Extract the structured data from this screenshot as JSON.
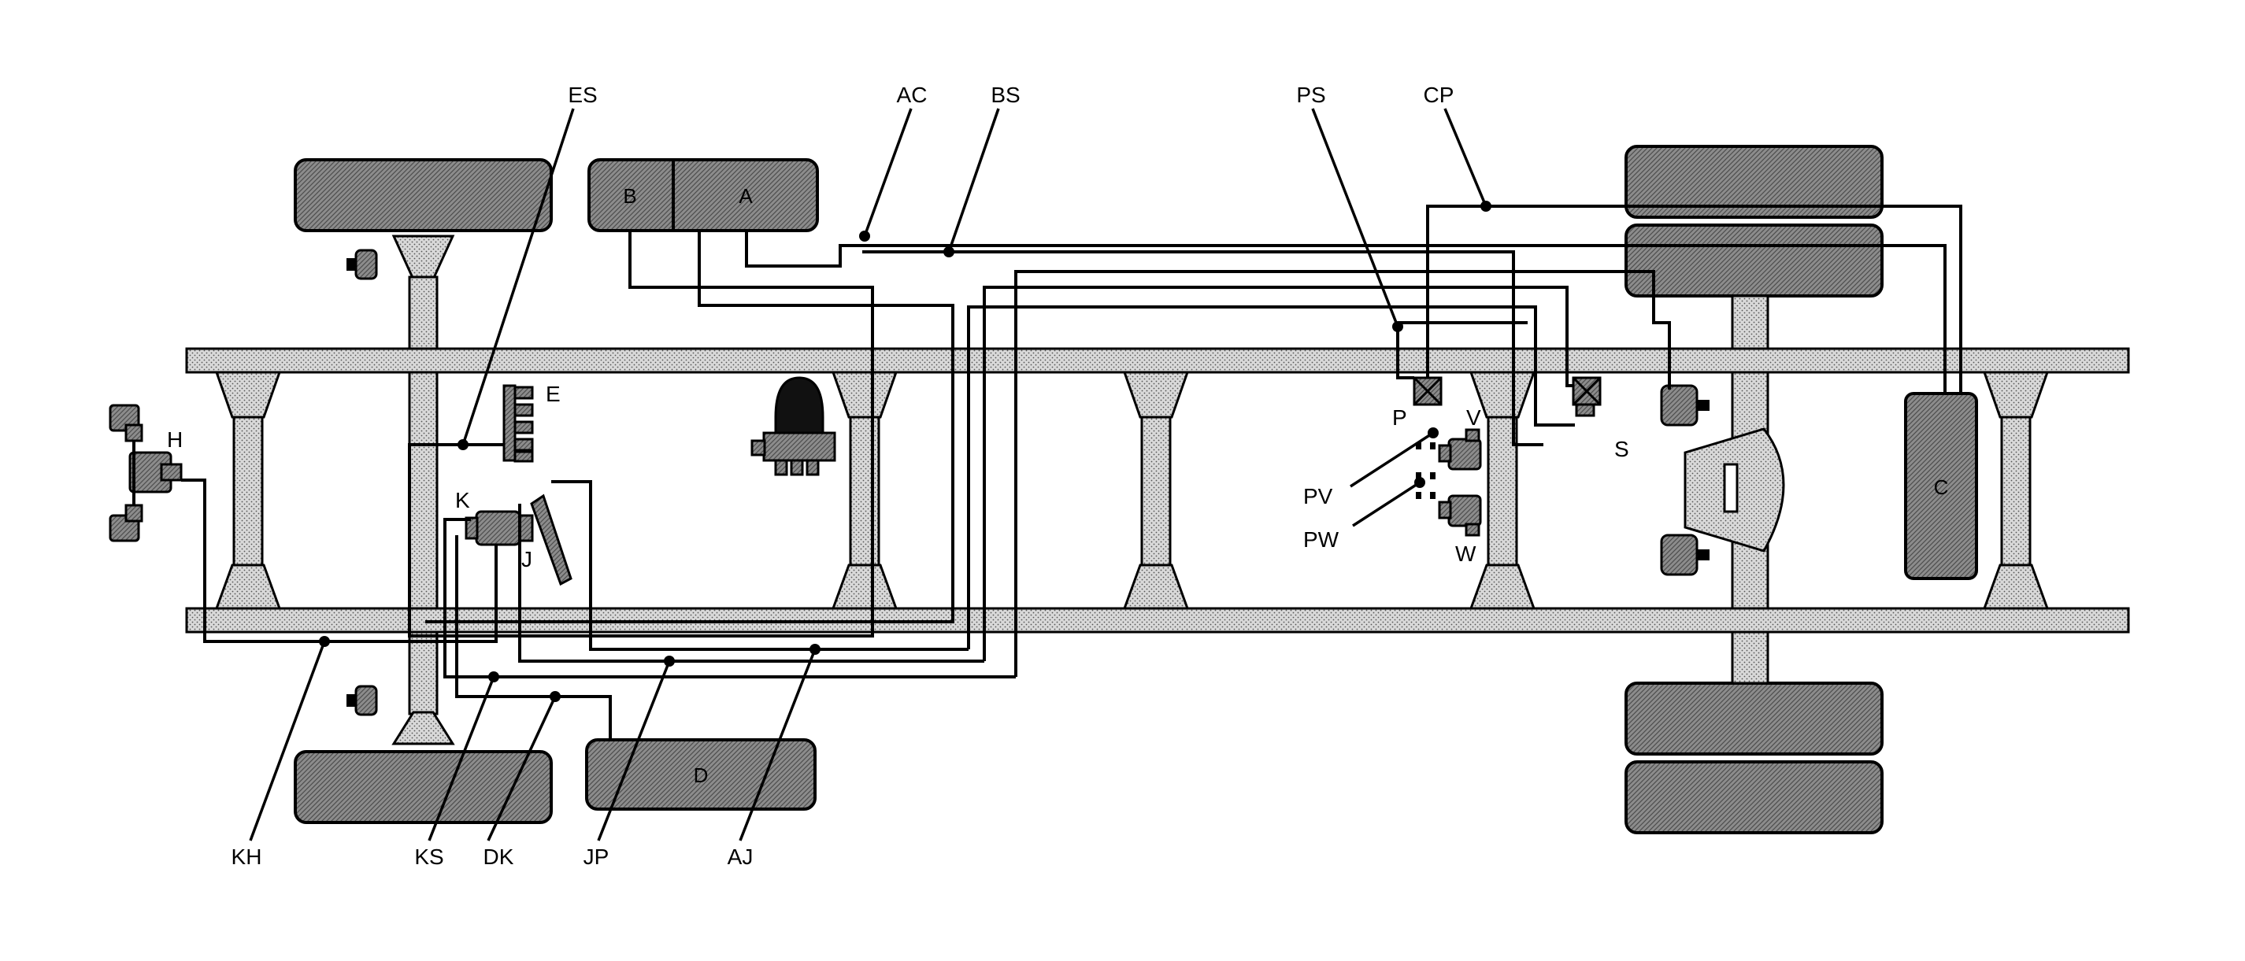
{
  "labels": {
    "ES": "ES",
    "AC": "AC",
    "BS": "BS",
    "PS": "PS",
    "CP": "CP",
    "E": "E",
    "H": "H",
    "K": "K",
    "J": "J",
    "P": "P",
    "V": "V",
    "S": "S",
    "PV": "PV",
    "PW": "PW",
    "W": "W",
    "KH": "KH",
    "KS": "KS",
    "DK": "DK",
    "JP": "JP",
    "AJ": "AJ"
  },
  "tanks": {
    "A": "A",
    "B": "B",
    "C": "C",
    "D": "D"
  }
}
